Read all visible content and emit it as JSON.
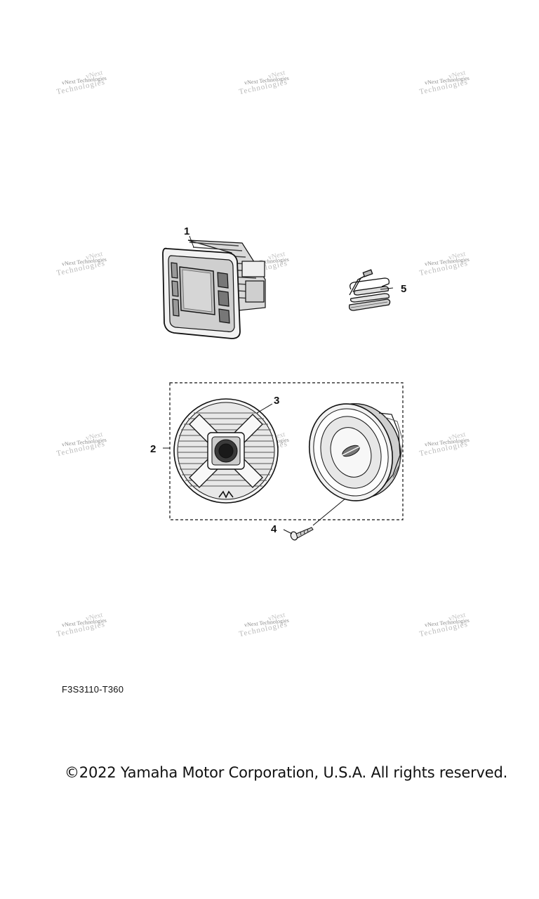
{
  "watermark": {
    "line1": "vNext Technologies",
    "line2": "Technologies",
    "line3": "vNext"
  },
  "callouts": {
    "part1": "1",
    "part2": "2",
    "part3": "3",
    "part4": "4",
    "part5": "5"
  },
  "diagram_code": "F3S3110-T360",
  "copyright": "©2022 Yamaha Motor Corporation, U.S.A. All rights reserved."
}
